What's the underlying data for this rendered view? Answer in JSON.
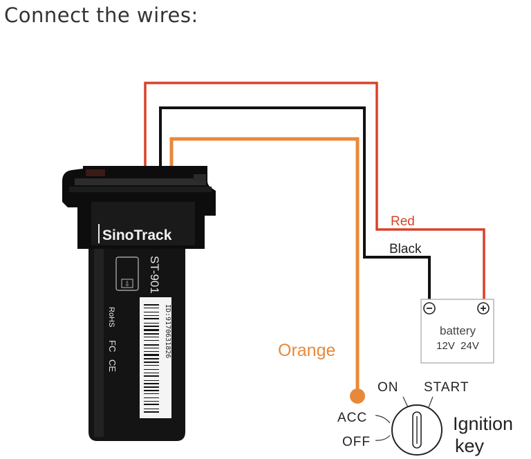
{
  "title": "Connect the wires:",
  "device": {
    "brand": "SinoTrack",
    "model": "ST-901",
    "id": "ID:9170631826",
    "marks": [
      "RoHS",
      "FC",
      "CE"
    ]
  },
  "wires": {
    "red": "Red",
    "black": "Black",
    "orange": "Orange"
  },
  "battery": {
    "minus": "⊖",
    "plus": "⊕",
    "label": "battery",
    "voltages": "12V  24V"
  },
  "ignition": {
    "on": "ON",
    "start": "START",
    "acc": "ACC",
    "off": "OFF",
    "label_line1": "Ignition",
    "label_line2": "key"
  },
  "colors": {
    "red_wire": "#d9412a",
    "black_wire": "#111111",
    "orange_wire": "#e8893a",
    "device_body": "#141414"
  }
}
